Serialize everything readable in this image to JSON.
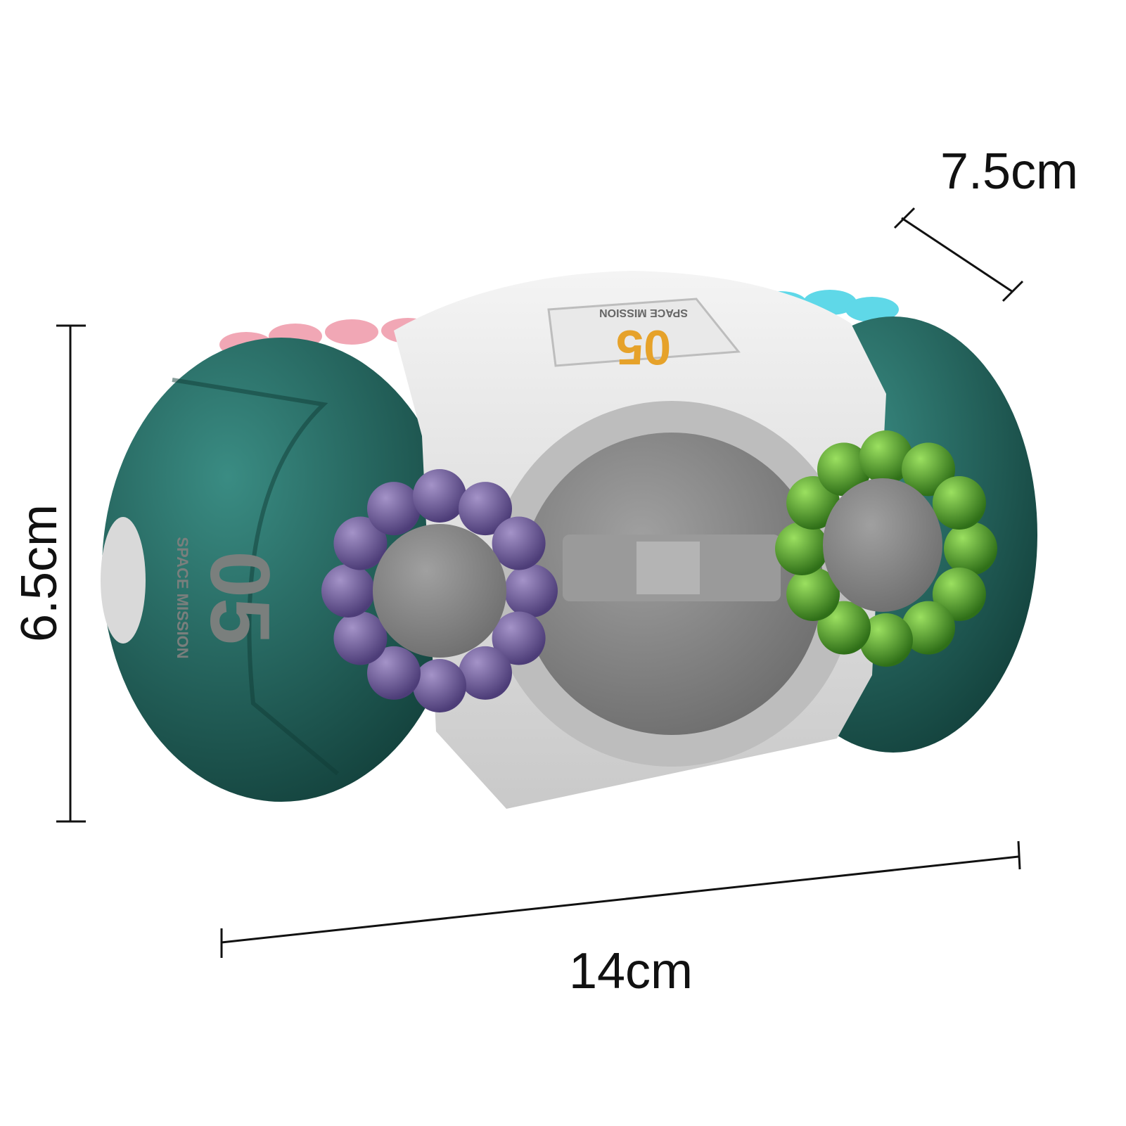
{
  "product": {
    "logo_number": "05",
    "logo_text": "SPACE MISSION",
    "colors": {
      "body_teal": "#1f6b63",
      "shell_white": "#e6e6e6",
      "core_gray": "#8e8e8e",
      "logo_orange": "#e6a22a",
      "balls_purple": "#6e5b9a",
      "balls_green": "#4f9a2a",
      "balls_pink": "#f1a7b5",
      "balls_cyan": "#5fd8e8"
    }
  },
  "dimensions": {
    "height": "6.5cm",
    "depth": "7.5cm",
    "width": "14cm"
  }
}
